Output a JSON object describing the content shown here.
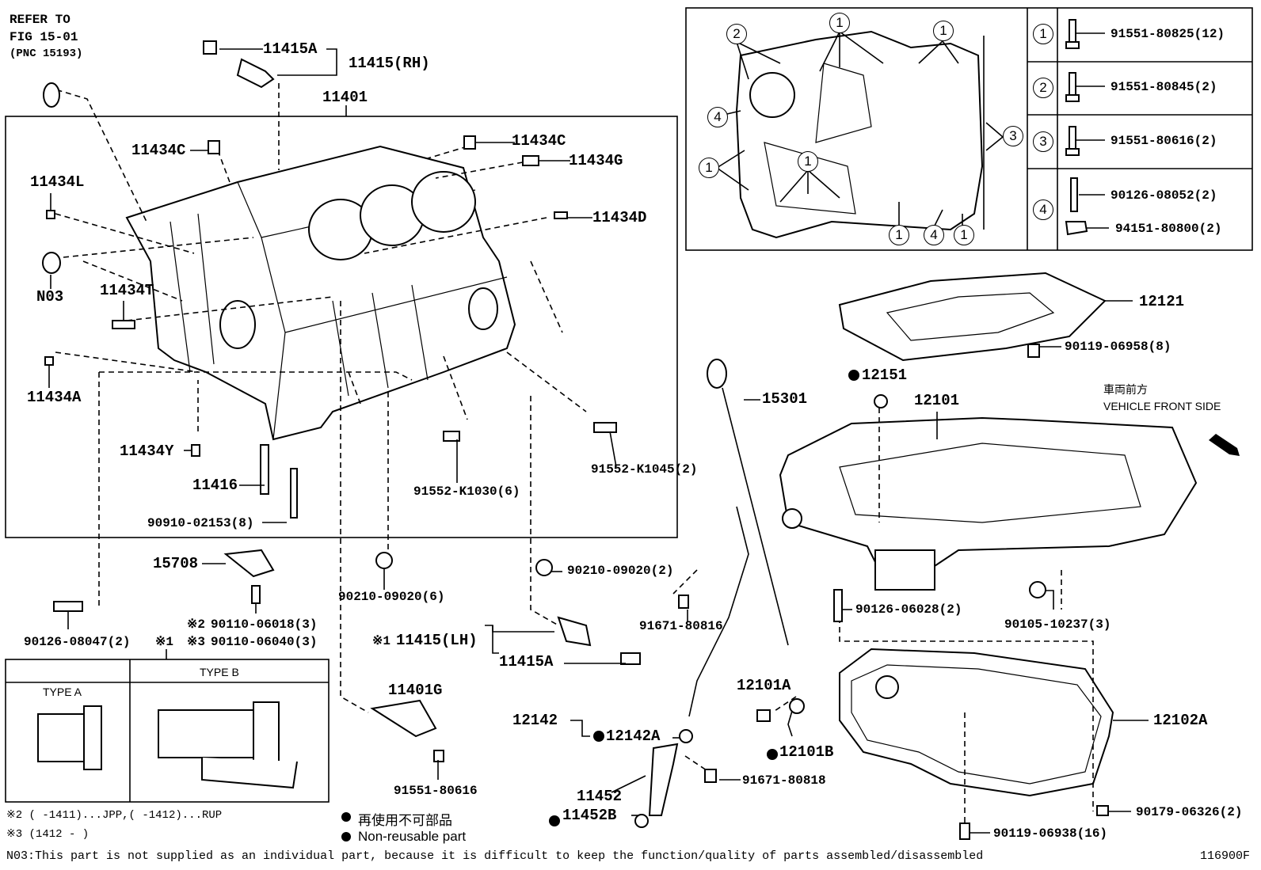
{
  "refer": {
    "line1": "REFER TO",
    "line2": "FIG 15-01",
    "line3": "(PNC 15193)"
  },
  "labels": {
    "p11415A_top": "11415A",
    "p11415RH": "11415(RH)",
    "p11401": "11401",
    "p11434C_left": "11434C",
    "p11434C_right": "11434C",
    "p11434G": "11434G",
    "p11434L": "11434L",
    "p11434D": "11434D",
    "pN03": "N03",
    "p11434T": "11434T",
    "p11434A": "11434A",
    "p11434Y": "11434Y",
    "p11416": "11416",
    "p90910": "90910-02153(8)",
    "p91552K1030": "91552-K1030(6)",
    "p91552K1045": "91552-K1045(2)",
    "p15708": "15708",
    "p90110a_mark": "※2",
    "p90110a": "90110-06018(3)",
    "p90110b_mark": "※3",
    "p90110b": "90110-06040(3)",
    "p90126_08047": "90126-08047(2)",
    "p90210_6": "90210-09020(6)",
    "p90210_2": "90210-09020(2)",
    "p11415LH_mark": "※1",
    "p11415LH": "11415(LH)",
    "p11415A_bot": "11415A",
    "p11401G": "11401G",
    "p91551_80616": "91551-80616",
    "p12142": "12142",
    "p12142A": "12142A",
    "p11452": "11452",
    "p11452B": "11452B",
    "p91671_80816": "91671-80816",
    "p91671_80818": "91671-80818",
    "p15301": "15301",
    "p12101A": "12101A",
    "p12101B": "12101B",
    "p12121": "12121",
    "p90119_06958": "90119-06958(8)",
    "p12151": "12151",
    "p12101": "12101",
    "p90126_06028": "90126-06028(2)",
    "p90105": "90105-10237(3)",
    "p12102A": "12102A",
    "p90179": "90179-06326(2)",
    "p90119_06938": "90119-06938(16)",
    "p_x1": "※1"
  },
  "vehicle_front": {
    "jp": "車両前方",
    "en": "VEHICLE FRONT SIDE"
  },
  "bolt_table": [
    {
      "num": "1",
      "part": "91551-80825(12)"
    },
    {
      "num": "2",
      "part": "91551-80845(2)"
    },
    {
      "num": "3",
      "part": "91551-80616(2)"
    },
    {
      "num": "4",
      "part": "90126-08052(2)",
      "part2": "94151-80800(2)"
    }
  ],
  "inset_callouts": [
    "1",
    "1",
    "2",
    "4",
    "1",
    "1",
    "3",
    "1",
    "1",
    "4",
    "1"
  ],
  "types": {
    "a": "TYPE A",
    "b": "TYPE B"
  },
  "footnotes": {
    "n2": "※2 (     -1411)...JPP,(     -1412)...RUP",
    "n3": "※3 (1412 -     )",
    "nonreuse_jp": "再使用不可部品",
    "nonreuse_en": "Non-reusable part",
    "n03": "N03:This part is not supplied as an individual part, because it is difficult to keep the function/quality of parts assembled/disassembled",
    "fig_id": "116900F"
  }
}
